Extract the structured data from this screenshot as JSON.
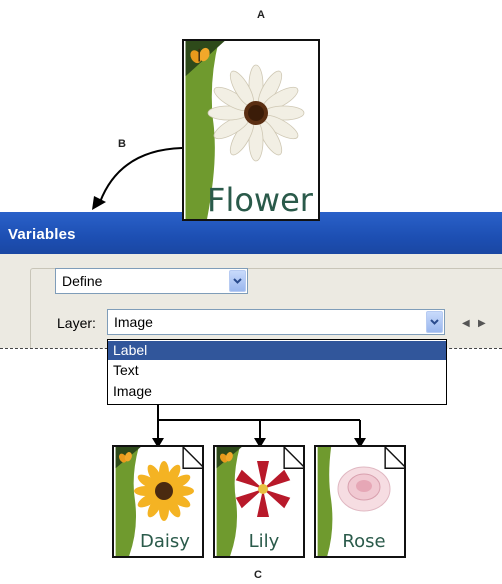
{
  "callouts": {
    "a": "A",
    "b": "B",
    "c": "C"
  },
  "main_card": {
    "caption": "Flower"
  },
  "dialog": {
    "title": "Variables",
    "mode_select": {
      "value": "Define"
    },
    "layer_label": "Layer:",
    "layer_select": {
      "value": "Image"
    },
    "dropdown_items": [
      "Label",
      "Text",
      "Image"
    ],
    "selected_item": "Label"
  },
  "output_cards": [
    {
      "caption": "Daisy"
    },
    {
      "caption": "Lily"
    },
    {
      "caption": "Rose"
    }
  ],
  "colors": {
    "card_band": "#6f9a2e",
    "card_corner": "#2e4a1a",
    "caption_text": "#2a5a4a",
    "titlebar": "#1d4fb3",
    "selection": "#31569b"
  }
}
